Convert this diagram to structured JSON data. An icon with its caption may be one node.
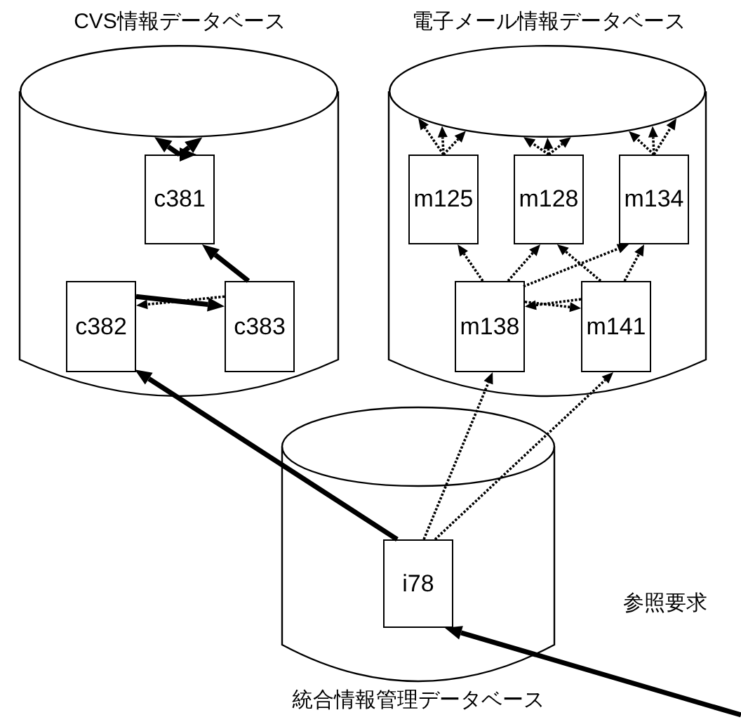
{
  "diagram": {
    "nodes": [
      {
        "text": [
          "CVS情報データベース"
        ]
      },
      {
        "text": [],
        "shape": "ellipse",
        "in": 0
      },
      {
        "text": [
          "c381"
        ],
        "in": 0
      },
      {
        "text": [
          "c382"
        ],
        "in": 0
      },
      {
        "text": [
          "c383"
        ],
        "in": 0
      },
      {
        "text": [
          "電子メール情報データベース"
        ]
      },
      {
        "text": [],
        "shape": "ellipse",
        "in": 5
      },
      {
        "text": [
          "m125"
        ],
        "in": 5
      },
      {
        "text": [
          "m128"
        ],
        "in": 5
      },
      {
        "text": [
          "m134"
        ],
        "in": 5
      },
      {
        "text": [
          "m138"
        ],
        "in": 5
      },
      {
        "text": [
          "m141"
        ],
        "in": 5
      },
      {
        "text": [
          "統合情報管理データベース"
        ]
      },
      {
        "text": [
          "i78"
        ],
        "in": 12
      }
    ],
    "edges": [
      {
        "from": 2,
        "to": 1,
        "arrow": "to",
        "style": "thick"
      },
      {
        "from": 2,
        "to": 1,
        "arrow": "to",
        "style": "thick"
      },
      {
        "from": 2,
        "to": 1,
        "arrow": "to",
        "style": "thick"
      },
      {
        "from": 4,
        "to": 2,
        "arrow": "to",
        "style": "thick"
      },
      {
        "from": 3,
        "to": 4,
        "arrow": "to",
        "style": "thick"
      },
      {
        "from": 4,
        "to": 3,
        "arrow": "to",
        "style": "dashed"
      },
      {
        "from": 7,
        "to": 6,
        "arrow": "to",
        "style": "dashed"
      },
      {
        "from": 7,
        "to": 6,
        "arrow": "to",
        "style": "dashed"
      },
      {
        "from": 7,
        "to": 6,
        "arrow": "to",
        "style": "dashed"
      },
      {
        "from": 8,
        "to": 6,
        "arrow": "to",
        "style": "dashed"
      },
      {
        "from": 8,
        "to": 6,
        "arrow": "to",
        "style": "dashed"
      },
      {
        "from": 8,
        "to": 6,
        "arrow": "to",
        "style": "dashed"
      },
      {
        "from": 9,
        "to": 6,
        "arrow": "to",
        "style": "dashed"
      },
      {
        "from": 9,
        "to": 6,
        "arrow": "to",
        "style": "dashed"
      },
      {
        "from": 9,
        "to": 6,
        "arrow": "to",
        "style": "dashed"
      },
      {
        "from": 10,
        "to": 7,
        "arrow": "to",
        "style": "dashed"
      },
      {
        "from": 10,
        "to": 8,
        "arrow": "to",
        "style": "dashed"
      },
      {
        "from": 10,
        "to": 9,
        "arrow": "to",
        "style": "dashed"
      },
      {
        "from": 10,
        "to": 11,
        "arrow": "to",
        "style": "dashed"
      },
      {
        "from": 11,
        "to": 8,
        "arrow": "to",
        "style": "dashed"
      },
      {
        "from": 11,
        "to": 9,
        "arrow": "to",
        "style": "dashed"
      },
      {
        "from": 11,
        "to": 10,
        "arrow": "to",
        "style": "dashed"
      },
      {
        "from": 13,
        "to": 3,
        "arrow": "to",
        "style": "thick"
      },
      {
        "from": 13,
        "to": 10,
        "arrow": "to",
        "style": "dashed"
      },
      {
        "from": 13,
        "to": 11,
        "arrow": "to",
        "style": "dashed"
      },
      {
        "from": null,
        "to": 13,
        "arrow": "to",
        "style": "thick",
        "label": "参照要求"
      }
    ]
  }
}
